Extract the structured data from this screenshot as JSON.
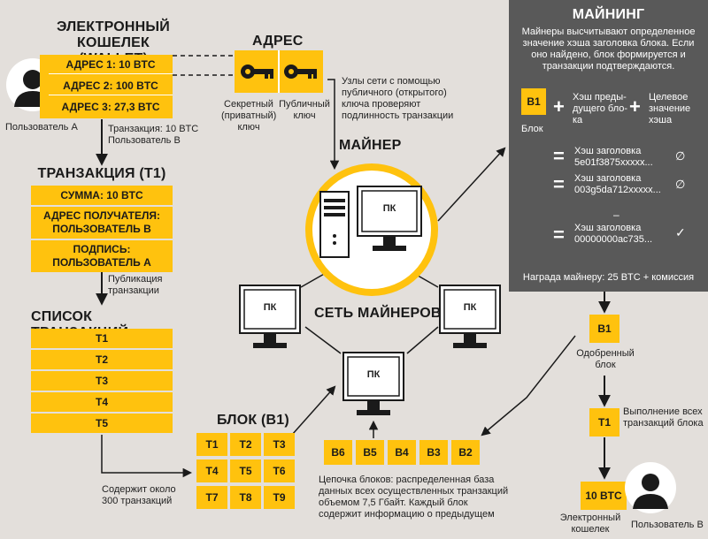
{
  "wallet": {
    "title_line1": "ЭЛЕКТРОННЫЙ КОШЕЛЕК",
    "title_line2": "(WALLET)",
    "addresses": [
      "АДРЕС 1: 10 BTC",
      "АДРЕС 2: 100 BTC",
      "АДРЕС 3: 27,3 BTC"
    ],
    "user_label": "Пользователь А"
  },
  "address_block": {
    "title": "АДРЕС",
    "secret_key_label": "Секретный (приватный) ключ",
    "public_key_label": "Публичный ключ",
    "verify_note": "Узлы сети с помощью публичного (открытого) ключа проверяют подлинность транзакции"
  },
  "transaction_note": "Транзакция: 10 BTC Пользователь В",
  "transaction": {
    "title": "ТРАНЗАКЦИЯ (Т1)",
    "rows": [
      "СУММА: 10 BTC",
      "АДРЕС ПОЛУЧАТЕЛЯ: ПОЛЬЗОВАТЕЛЬ В",
      "ПОДПИСЬ: ПОЛЬЗОВАТЕЛЬ А"
    ]
  },
  "publish_note": "Публикация транзакции",
  "tx_list": {
    "title": "СПИСОК ТРАНЗАКЦИЙ",
    "items": [
      "Т1",
      "Т2",
      "Т3",
      "Т4",
      "Т5"
    ]
  },
  "contains_note": "Содержит около 300 транзакций",
  "block": {
    "title": "БЛОК (В1)",
    "cells": [
      "Т1",
      "Т2",
      "Т3",
      "Т4",
      "Т5",
      "Т6",
      "Т7",
      "Т8",
      "Т9"
    ]
  },
  "network": {
    "miner_label": "МАЙНЕР",
    "network_label": "СЕТЬ МАЙНЕРОВ",
    "pc_label": "ПК"
  },
  "chain": {
    "blocks": [
      "В6",
      "В5",
      "В4",
      "В3",
      "В2"
    ],
    "description": "Цепочка блоков: распределенная база данных всех осуществленных транзакций объемом 7,5 Гбайт. Каждый блок содержит информацию о предыдущем"
  },
  "mining": {
    "title": "МАЙНИНГ",
    "intro": "Майнеры высчитывают определенное значение хэша заголовка блока. Если оно найдено, блок формируется и транзакции подтверждаются.",
    "block_chip": "В1",
    "block_label": "Блок",
    "prev_hash": "Хэш преды-дущего бло-ка",
    "target_hash": "Целевое значение хэша",
    "attempts": [
      {
        "label": "Хэш заголовка",
        "value": "5e01f3875xxxxx...",
        "result": "∅"
      },
      {
        "label": "Хэш заголовка",
        "value": "003g5da712xxxxx...",
        "result": "∅"
      },
      {
        "label": "Хэш заголовка",
        "value": "00000000ac735...",
        "result": "✓"
      }
    ],
    "reward": "Награда майнеру: 25 BTC + комиссия"
  },
  "approved": {
    "chip": "В1",
    "label": "Одобренный блок"
  },
  "execution": {
    "chip": "Т1",
    "label": "Выполнение всех транзакций блока"
  },
  "wallet_b": {
    "amount": "10 BTC",
    "label": "Электронный кошелек",
    "user_label": "Пользователь В"
  },
  "colors": {
    "accent": "#ffc20e",
    "background": "#e3dfdb",
    "panel": "#595959",
    "ink": "#1a1a1a"
  }
}
